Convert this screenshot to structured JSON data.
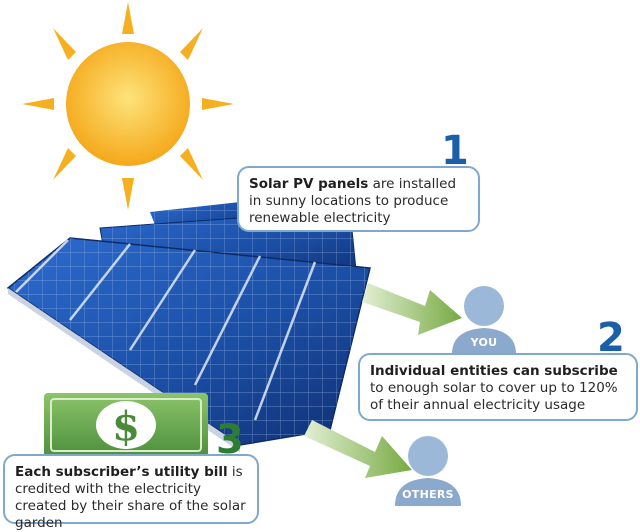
{
  "steps": [
    {
      "number": "1",
      "bold": "Solar PV panels",
      "rest": " are installed in sunny locations to produce renewable electricity"
    },
    {
      "number": "2",
      "bold": "Individual entities can subscribe",
      "rest": " to enough solar to cover up to 120% of their annual electricity usage"
    },
    {
      "number": "3",
      "bold": "Each subscriber’s utility bill",
      "rest": " is credited with the electricity created by their share of the solar garden"
    }
  ],
  "people": {
    "you": "YOU",
    "others": "OTHERS"
  },
  "bill_symbol": "$",
  "colors": {
    "sun": "#f7b21c",
    "panel": "#1f56b0",
    "arrow": "#7fb04a",
    "person": "#9cb8d8",
    "callout_border": "#7fa8cf",
    "number_blue": "#1b5fa8",
    "number_green": "#2e7d32",
    "bill": "#5aa04a"
  }
}
